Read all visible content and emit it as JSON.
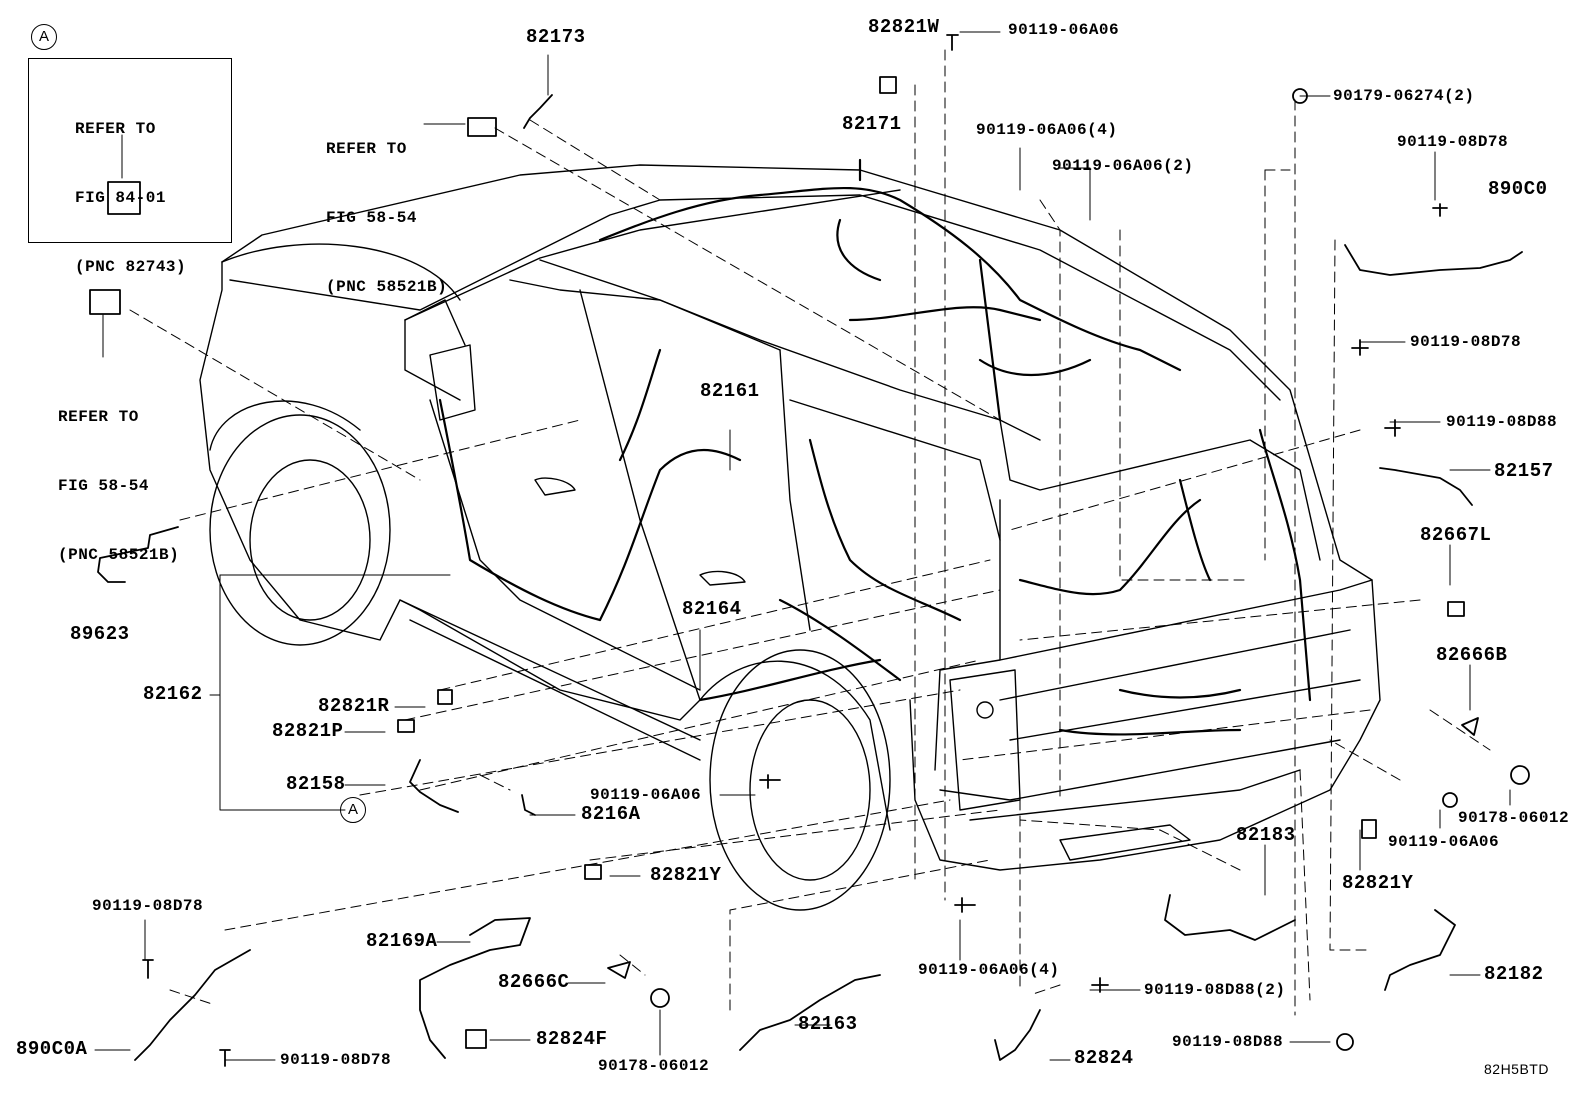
{
  "inset": {
    "callout": "A",
    "ref": [
      "REFER TO",
      "FIG 84-01",
      "(PNC 82743)"
    ]
  },
  "refs": {
    "top": [
      "REFER TO",
      "FIG 58-54",
      "(PNC 58521B)"
    ],
    "left": [
      "REFER TO",
      "FIG 58-54",
      "(PNC 58521B)"
    ]
  },
  "callout_a": "A",
  "labels": {
    "p82173": "82173",
    "p82821W": "82821W",
    "p90119_06A06_top": "90119-06A06",
    "p82171": "82171",
    "p90119_06A06_4_top": "90119-06A06(4)",
    "p90119_06A06_2": "90119-06A06(2)",
    "p90179_06274_2": "90179-06274(2)",
    "p90119_08D78_r1": "90119-08D78",
    "p890C0": "890C0",
    "p90119_08D78_r2": "90119-08D78",
    "p90119_08D88_r": "90119-08D88",
    "p82157": "82157",
    "p82667L": "82667L",
    "p82666B": "82666B",
    "p90178_06012_r": "90178-06012",
    "p90119_06A06_r": "90119-06A06",
    "p82821Y_r": "82821Y",
    "p82183": "82183",
    "p82182": "82182",
    "p82161": "82161",
    "p82164": "82164",
    "p89623": "89623",
    "p82162": "82162",
    "p82821R": "82821R",
    "p82821P": "82821P",
    "p82158": "82158",
    "p90119_06A06_mid": "90119-06A06",
    "p8216A": "8216A",
    "p82821Y_l": "82821Y",
    "p90119_08D78_l1": "90119-08D78",
    "p82169A": "82169A",
    "p82666C": "82666C",
    "p82824F": "82824F",
    "p890C0A": "890C0A",
    "p90119_08D78_l2": "90119-08D78",
    "p90178_06012_l": "90178-06012",
    "p82163": "82163",
    "p90119_06A06_4_bot": "90119-06A06(4)",
    "p90119_08D88_2": "90119-08D88(2)",
    "p82824": "82824",
    "p90119_08D88_b": "90119-08D88"
  },
  "figure_code": "82H5BTD"
}
